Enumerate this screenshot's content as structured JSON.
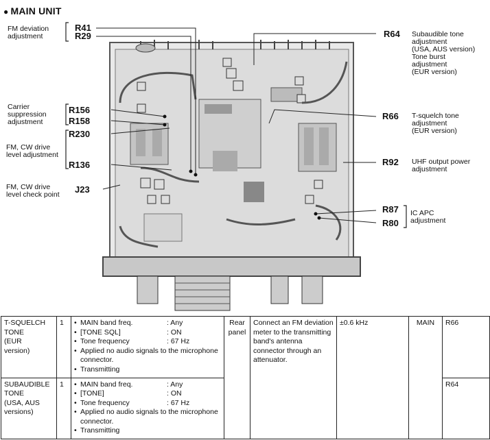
{
  "heading": "MAIN UNIT",
  "labels_left": {
    "fm_deviation": [
      "FM deviation",
      "adjustment"
    ],
    "carrier_suppression": [
      "Carrier",
      "suppression",
      "adjustment"
    ],
    "fm_cw_drive_level": [
      "FM, CW drive",
      "level adjustment"
    ],
    "fm_cw_drive_check": [
      "FM, CW drive",
      "level check point"
    ]
  },
  "labels_right": {
    "subaudible": [
      "Subaudible tone",
      "adjustment",
      "(USA, AUS version)",
      "Tone burst",
      "adjustment",
      "(EUR version)"
    ],
    "tsquelch": [
      "T-squelch tone",
      "adjustment",
      "(EUR version)"
    ],
    "uhf_output": [
      "UHF output power",
      "adjustment"
    ],
    "ic_apc": [
      "IC APC",
      "adjustment"
    ]
  },
  "refs": {
    "r41": "R41",
    "r29": "R29",
    "r64": "R64",
    "r156": "R156",
    "r158": "R158",
    "r230": "R230",
    "r136": "R136",
    "j23": "J23",
    "r66": "R66",
    "r92": "R92",
    "r87": "R87",
    "r80": "R80"
  },
  "table": {
    "rows": [
      {
        "name": [
          "T-SQUELCH",
          "TONE",
          "(EUR",
          " version)"
        ],
        "num": "1",
        "conditions": [
          {
            "k": "MAIN band freq.",
            "v": ": Any"
          },
          {
            "k": "[TONE SQL]",
            "v": ": ON"
          },
          {
            "k": "Tone frequency",
            "v": ": 67 Hz"
          },
          {
            "k": "Applied no audio signals to the microphone connector.",
            "v": ""
          },
          {
            "k": "Transmitting",
            "v": ""
          }
        ],
        "location": [
          "Rear",
          "panel"
        ],
        "measurement": "Connect an FM deviation meter to the transmitting band's antenna connector through an attenuator.",
        "value": "±0.6 kHz",
        "unit": "MAIN",
        "adjust": "R66"
      },
      {
        "name": [
          "SUBAUDIBLE",
          "TONE",
          "(USA, AUS",
          " versions)"
        ],
        "num": "1",
        "conditions": [
          {
            "k": "MAIN band freq.",
            "v": ": Any"
          },
          {
            "k": "[TONE]",
            "v": ": ON"
          },
          {
            "k": "Tone frequency",
            "v": ": 67 Hz"
          },
          {
            "k": "Applied no audio signals to the microphone connector.",
            "v": ""
          },
          {
            "k": "Transmitting",
            "v": ""
          }
        ],
        "adjust": "R64"
      }
    ]
  }
}
